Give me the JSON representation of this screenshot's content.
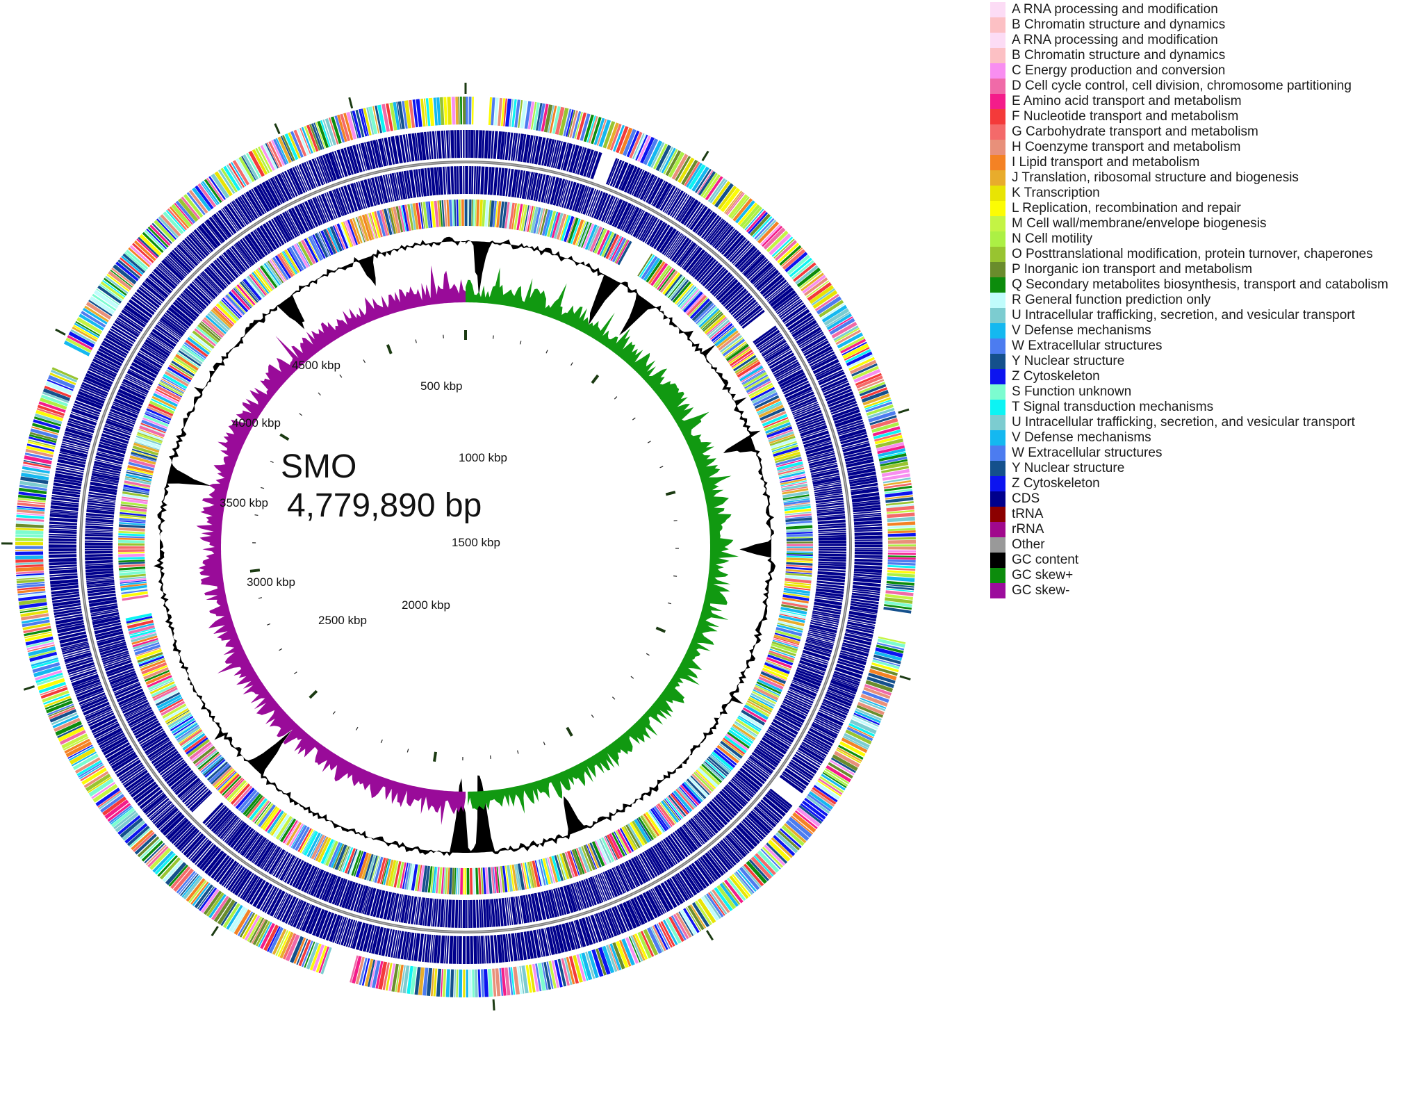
{
  "genome": {
    "name": "SMO",
    "length_label": "4,779,890 bp",
    "length_bp": 4779890,
    "tick_labels": [
      "500 kbp",
      "1000 kbp",
      "1500 kbp",
      "2000 kbp",
      "2500 kbp",
      "3000 kbp",
      "3500 kbp",
      "4000 kbp",
      "4500 kbp"
    ],
    "tick_positions_kbp": [
      500,
      1000,
      1500,
      2000,
      2500,
      3000,
      3500,
      4000,
      4500
    ]
  },
  "legend": [
    {
      "label": "A RNA processing and modification",
      "color": "#fcdcf5"
    },
    {
      "label": "B Chromatin structure and dynamics",
      "color": "#fcc0c4"
    },
    {
      "label": "A RNA processing and modification",
      "color": "#fcdcf5"
    },
    {
      "label": "B Chromatin structure and dynamics",
      "color": "#fcc0c4"
    },
    {
      "label": "C Energy production and conversion",
      "color": "#f88ef0"
    },
    {
      "label": "D Cell cycle control, cell division, chromosome partitioning",
      "color": "#f06aa8"
    },
    {
      "label": "E Amino acid transport and metabolism",
      "color": "#f41c8a"
    },
    {
      "label": "F Nucleotide transport and metabolism",
      "color": "#f43a3a"
    },
    {
      "label": "G Carbohydrate transport and metabolism",
      "color": "#f46a6a"
    },
    {
      "label": "H Coenzyme transport and metabolism",
      "color": "#e8907a"
    },
    {
      "label": "I Lipid transport and metabolism",
      "color": "#f48224"
    },
    {
      "label": "J Translation, ribosomal structure and biogenesis",
      "color": "#e8ac2c"
    },
    {
      "label": "K Transcription",
      "color": "#e8e404"
    },
    {
      "label": "L Replication, recombination and repair",
      "color": "#fcfc04"
    },
    {
      "label": "M Cell wall/membrane/envelope biogenesis",
      "color": "#c4f444"
    },
    {
      "label": "N Cell motility",
      "color": "#acf044"
    },
    {
      "label": "O Posttranslational modification, protein turnover, chaperones",
      "color": "#98c430"
    },
    {
      "label": "P Inorganic ion transport and metabolism",
      "color": "#6a8c2c"
    },
    {
      "label": "Q Secondary metabolites biosynthesis, transport and catabolism",
      "color": "#0c8c0c"
    },
    {
      "label": "R General function prediction only",
      "color": "#c0fcfc"
    },
    {
      "label": "U Intracellular trafficking, secretion, and vesicular transport",
      "color": "#7cccd0"
    },
    {
      "label": "V Defense mechanisms",
      "color": "#14b8f0"
    },
    {
      "label": "W Extracellular structures",
      "color": "#4c7cf0"
    },
    {
      "label": "Y Nuclear structure",
      "color": "#14508c"
    },
    {
      "label": "Z Cytoskeleton",
      "color": "#0c14f0"
    },
    {
      "label": "S Function unknown",
      "color": "#7cfcd0"
    },
    {
      "label": "T Signal transduction mechanisms",
      "color": "#0cf4f4"
    },
    {
      "label": "U Intracellular trafficking, secretion, and vesicular transport",
      "color": "#7cccd0"
    },
    {
      "label": "V Defense mechanisms",
      "color": "#14b8f0"
    },
    {
      "label": "W Extracellular structures",
      "color": "#4c7cf0"
    },
    {
      "label": "Y Nuclear structure",
      "color": "#14508c"
    },
    {
      "label": "Z Cytoskeleton",
      "color": "#0c14f0"
    },
    {
      "label": "CDS",
      "color": "#00008c"
    },
    {
      "label": "tRNA",
      "color": "#8c0000"
    },
    {
      "label": "rRNA",
      "color": "#a0088c"
    },
    {
      "label": "Other",
      "color": "#999999"
    },
    {
      "label": "GC content",
      "color": "#000000"
    },
    {
      "label": "GC skew+",
      "color": "#0c8c0c"
    },
    {
      "label": "GC skew-",
      "color": "#9c0c9c"
    }
  ],
  "colors": {
    "cds": "#00008c",
    "backbone": "#777777",
    "gc_content": "#000000",
    "gc_skew_pos": "#119911",
    "gc_skew_neg": "#990b99",
    "tick_mark": "#1b3a12"
  }
}
